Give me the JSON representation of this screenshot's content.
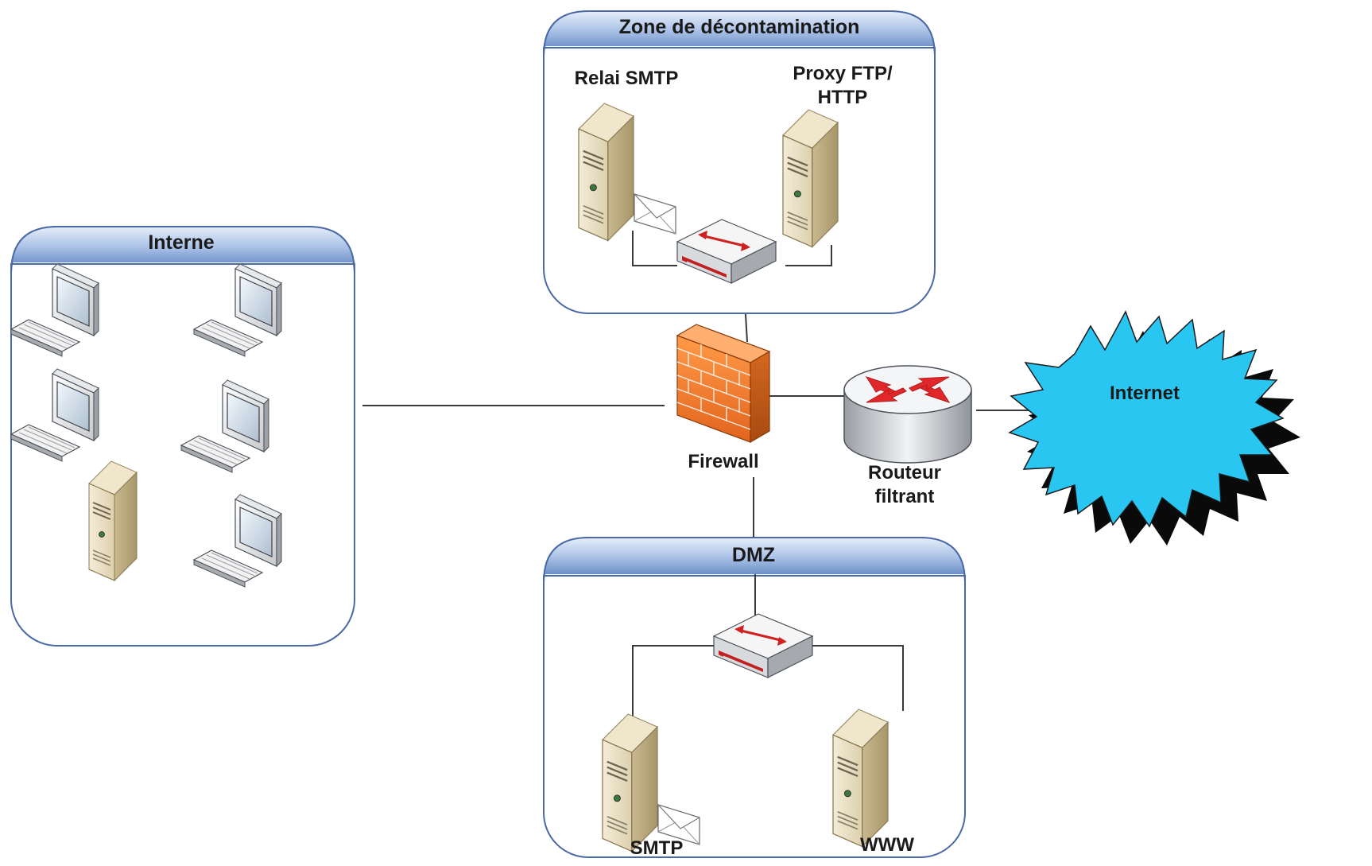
{
  "zones": {
    "interne": {
      "title": "Interne"
    },
    "decontamination": {
      "title": "Zone de décontamination"
    },
    "dmz": {
      "title": "DMZ"
    }
  },
  "nodes": {
    "relai_smtp": {
      "label": "Relai SMTP",
      "icon": "mail-server-icon"
    },
    "proxy": {
      "label_line1": "Proxy FTP/",
      "label_line2": "HTTP",
      "icon": "server-icon"
    },
    "firewall": {
      "label": "Firewall",
      "icon": "firewall-icon"
    },
    "routeur": {
      "label_line1": "Routeur",
      "label_line2": "filtrant",
      "icon": "router-icon"
    },
    "internet": {
      "label": "Internet",
      "icon": "cloud-burst-icon"
    },
    "smtp": {
      "label": "SMTP",
      "icon": "mail-server-icon"
    },
    "www": {
      "label": "WWW",
      "icon": "server-icon"
    },
    "switch_top": {
      "icon": "switch-icon"
    },
    "switch_dmz": {
      "icon": "switch-icon"
    }
  },
  "colors": {
    "zone_header_top": "#dde8f6",
    "zone_header_bottom": "#4f78b8",
    "zone_border": "#4a6aa5",
    "internet_fill": "#29c6f2",
    "firewall_fill": "#f28a3a",
    "router_arrow": "#e0282a"
  }
}
